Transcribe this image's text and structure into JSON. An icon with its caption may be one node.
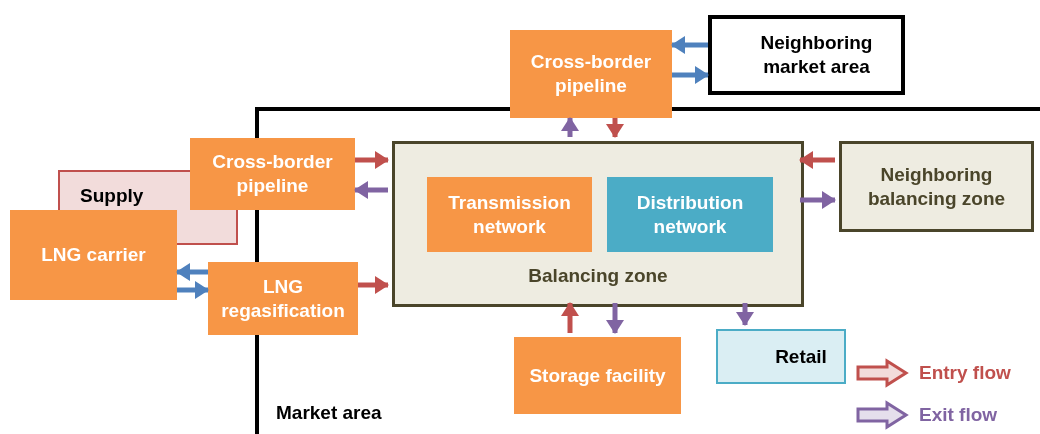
{
  "diagram": {
    "nodes": [
      {
        "text": [
          "Neighboring market area"
        ]
      },
      {
        "text": [
          "Cross-border pipeline"
        ]
      },
      {
        "text": [
          "Market area"
        ]
      },
      {
        "text": [
          "Cross-border pipeline"
        ]
      },
      {
        "text": [
          "Supply"
        ]
      },
      {
        "text": [
          "Balancing zone"
        ],
        "in": 2
      },
      {
        "text": [
          "Transmission network"
        ],
        "in": 5
      },
      {
        "text": [
          "Distribution network"
        ],
        "in": 5
      },
      {
        "text": [
          "Neighboring balancing zone"
        ],
        "in": 2
      },
      {
        "text": [
          "LNG carrier"
        ]
      },
      {
        "text": [
          "LNG regasification"
        ]
      },
      {
        "text": [
          "Retail"
        ],
        "in": 2
      },
      {
        "text": [
          "Storage facility"
        ],
        "in": 2
      }
    ],
    "edges": [
      {
        "from": 0,
        "to": 1,
        "arrow": "to",
        "color": "#4f81bd"
      },
      {
        "from": 1,
        "to": 0,
        "arrow": "to",
        "color": "#4f81bd"
      },
      {
        "from": 1,
        "to": 5,
        "arrow": "to",
        "color": "#c0504d"
      },
      {
        "from": 5,
        "to": 1,
        "arrow": "to",
        "color": "#8064a2"
      },
      {
        "from": 3,
        "to": 5,
        "arrow": "to",
        "color": "#c0504d"
      },
      {
        "from": 5,
        "to": 3,
        "arrow": "to",
        "color": "#8064a2"
      },
      {
        "from": 8,
        "to": 5,
        "arrow": "to",
        "color": "#c0504d"
      },
      {
        "from": 5,
        "to": 8,
        "arrow": "to",
        "color": "#8064a2"
      },
      {
        "from": 10,
        "to": 9,
        "arrow": "to",
        "color": "#4f81bd"
      },
      {
        "from": 9,
        "to": 10,
        "arrow": "to",
        "color": "#4f81bd"
      },
      {
        "from": 10,
        "to": 5,
        "arrow": "to",
        "color": "#c0504d"
      },
      {
        "from": 12,
        "to": 5,
        "arrow": "to",
        "color": "#c0504d"
      },
      {
        "from": 5,
        "to": 12,
        "arrow": "to",
        "color": "#8064a2"
      },
      {
        "from": 5,
        "to": 11,
        "arrow": "to",
        "color": "#8064a2"
      }
    ],
    "legend": [
      {
        "text": "Entry flow"
      },
      {
        "text": "Exit flow"
      }
    ]
  }
}
